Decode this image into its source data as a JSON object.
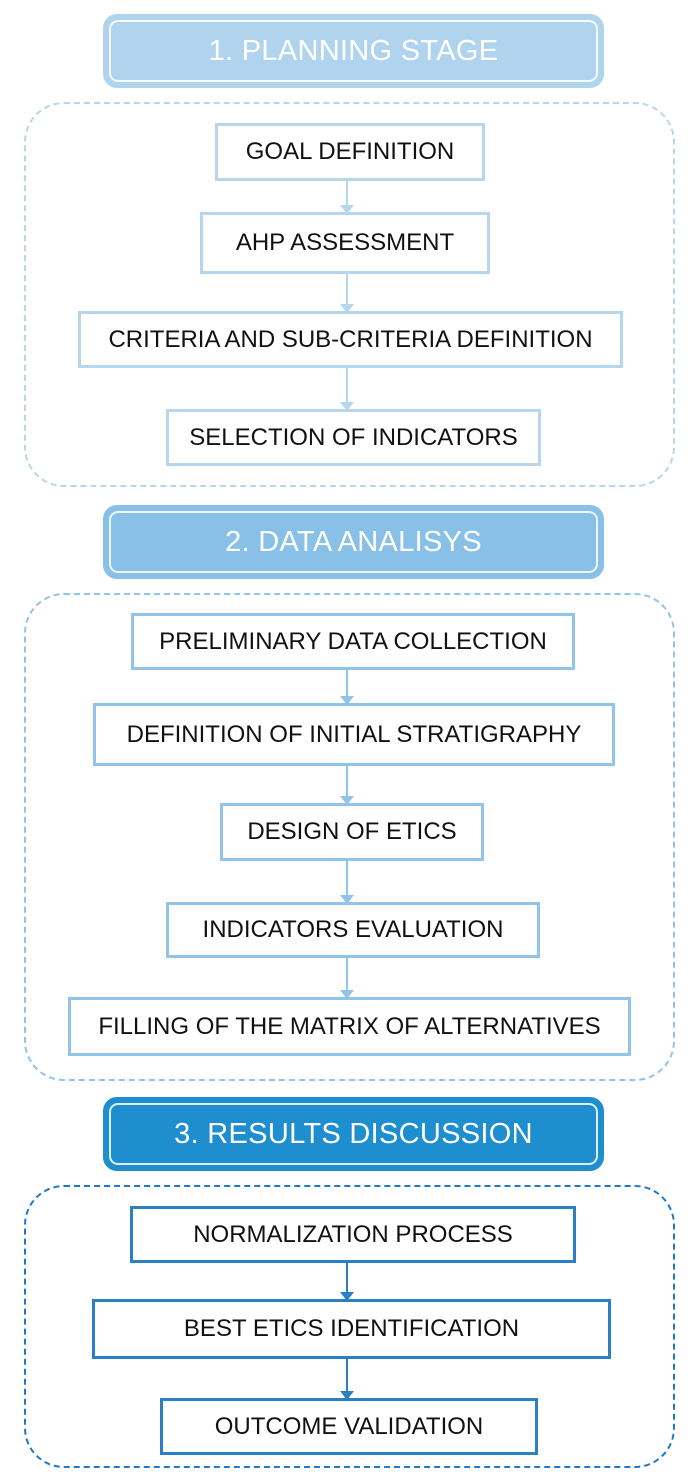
{
  "stages": [
    {
      "title": "1. PLANNING STAGE",
      "steps": [
        "GOAL DEFINITION",
        "AHP ASSESSMENT",
        "CRITERIA AND SUB-CRITERIA DEFINITION",
        "SELECTION OF INDICATORS"
      ]
    },
    {
      "title": "2. DATA ANALISYS",
      "steps": [
        "PRELIMINARY DATA COLLECTION",
        "DEFINITION OF INITIAL STRATIGRAPHY",
        "DESIGN OF ETICS",
        "INDICATORS EVALUATION",
        "FILLING OF THE MATRIX OF ALTERNATIVES"
      ]
    },
    {
      "title": "3. RESULTS DISCUSSION",
      "steps": [
        "NORMALIZATION PROCESS",
        "BEST ETICS IDENTIFICATION",
        "OUTCOME VALIDATION"
      ]
    }
  ],
  "colors": {
    "stage1_header": "#b0d4ee",
    "stage2_header": "#89c0e7",
    "stage3_header": "#1f8ecf"
  }
}
